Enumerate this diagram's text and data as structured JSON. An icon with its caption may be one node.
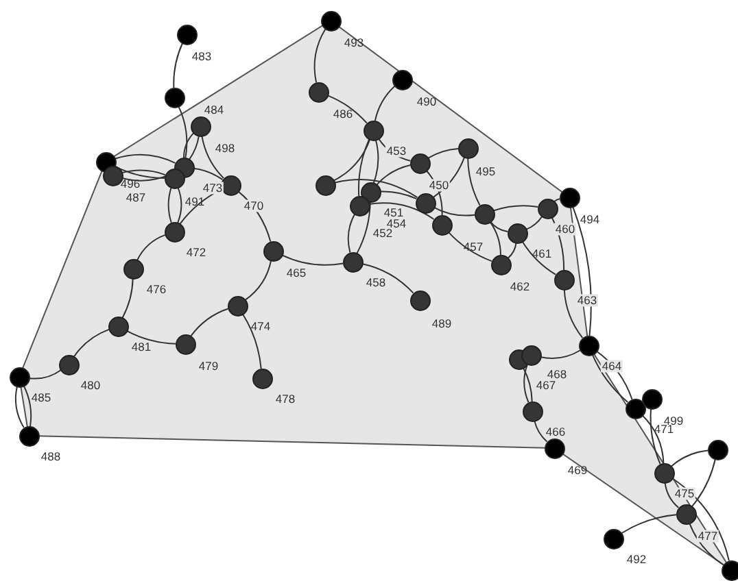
{
  "diagram": {
    "nodes": [
      {
        "text": [],
        "shape": "circle"
      },
      {
        "text": [],
        "shape": "circle"
      },
      {
        "text": [],
        "shape": "circle"
      },
      {
        "text": [],
        "shape": "circle"
      },
      {
        "text": [],
        "shape": "circle"
      },
      {
        "text": [],
        "shape": "circle"
      },
      {
        "text": [],
        "shape": "circle"
      },
      {
        "text": [],
        "shape": "circle"
      },
      {
        "text": [],
        "shape": "circle"
      },
      {
        "text": [],
        "shape": "circle"
      },
      {
        "text": [],
        "shape": "circle"
      },
      {
        "text": [],
        "shape": "circle"
      },
      {
        "text": [],
        "shape": "circle"
      },
      {
        "text": [],
        "shape": "circle"
      },
      {
        "text": [],
        "shape": "circle"
      },
      {
        "text": [],
        "shape": "circle"
      },
      {
        "text": [],
        "shape": "circle"
      },
      {
        "text": [],
        "shape": "circle"
      },
      {
        "text": [],
        "shape": "circle"
      },
      {
        "text": [],
        "shape": "circle"
      },
      {
        "text": [],
        "shape": "circle"
      },
      {
        "text": [],
        "shape": "circle"
      },
      {
        "text": [],
        "shape": "circle"
      },
      {
        "text": [],
        "shape": "circle"
      },
      {
        "text": [],
        "shape": "circle"
      },
      {
        "text": [],
        "shape": "circle"
      },
      {
        "text": [],
        "shape": "circle"
      },
      {
        "text": [],
        "shape": "circle"
      },
      {
        "text": [],
        "shape": "circle"
      },
      {
        "text": [],
        "shape": "circle"
      },
      {
        "text": [],
        "shape": "circle"
      },
      {
        "text": [],
        "shape": "circle"
      },
      {
        "text": [],
        "shape": "circle"
      },
      {
        "text": [],
        "shape": "circle"
      },
      {
        "text": [],
        "shape": "circle"
      },
      {
        "text": [],
        "shape": "circle"
      },
      {
        "text": [],
        "shape": "circle"
      },
      {
        "text": [],
        "shape": "circle"
      },
      {
        "text": [],
        "shape": "circle"
      },
      {
        "text": [],
        "shape": "circle"
      },
      {
        "text": [],
        "shape": "circle"
      },
      {
        "text": [],
        "shape": "circle"
      },
      {
        "text": [],
        "shape": "circle"
      },
      {
        "text": [],
        "shape": "circle"
      },
      {
        "text": [],
        "shape": "circle"
      },
      {
        "text": [],
        "shape": "circle"
      },
      {
        "text": [],
        "shape": "circle"
      },
      {
        "text": [],
        "shape": "circle"
      },
      {
        "text": [],
        "shape": "circle"
      }
    ],
    "edges": [
      {
        "from": 0,
        "to": 2,
        "arrow": "none"
      },
      {
        "from": 2,
        "to": 9,
        "arrow": "none"
      },
      {
        "from": 5,
        "to": 9,
        "arrow": "none"
      },
      {
        "from": 5,
        "to": 9,
        "arrow": "none"
      },
      {
        "from": 5,
        "to": 11,
        "arrow": "none"
      },
      {
        "from": 6,
        "to": 9,
        "arrow": "none"
      },
      {
        "from": 6,
        "to": 10,
        "arrow": "none"
      },
      {
        "from": 8,
        "to": 10,
        "arrow": "none"
      },
      {
        "from": 8,
        "to": 9,
        "arrow": "none"
      },
      {
        "from": 9,
        "to": 11,
        "arrow": "none"
      },
      {
        "from": 10,
        "to": 23,
        "arrow": "none"
      },
      {
        "from": 10,
        "to": 23,
        "arrow": "none"
      },
      {
        "from": 11,
        "to": 23,
        "arrow": "none"
      },
      {
        "from": 11,
        "to": 25,
        "arrow": "none"
      },
      {
        "from": 23,
        "to": 27,
        "arrow": "none"
      },
      {
        "from": 27,
        "to": 31,
        "arrow": "none"
      },
      {
        "from": 31,
        "to": 36,
        "arrow": "none"
      },
      {
        "from": 36,
        "to": 37,
        "arrow": "none"
      },
      {
        "from": 31,
        "to": 33,
        "arrow": "none"
      },
      {
        "from": 33,
        "to": 29,
        "arrow": "none"
      },
      {
        "from": 29,
        "to": 25,
        "arrow": "none"
      },
      {
        "from": 29,
        "to": 38,
        "arrow": "none"
      },
      {
        "from": 25,
        "to": 26,
        "arrow": "none"
      },
      {
        "from": 26,
        "to": 16,
        "arrow": "none"
      },
      {
        "from": 26,
        "to": 15,
        "arrow": "none"
      },
      {
        "from": 26,
        "to": 30,
        "arrow": "none"
      },
      {
        "from": 1,
        "to": 4,
        "arrow": "none"
      },
      {
        "from": 4,
        "to": 7,
        "arrow": "none"
      },
      {
        "from": 3,
        "to": 7,
        "arrow": "none"
      },
      {
        "from": 7,
        "to": 14,
        "arrow": "none"
      },
      {
        "from": 7,
        "to": 16,
        "arrow": "none"
      },
      {
        "from": 7,
        "to": 15,
        "arrow": "none"
      },
      {
        "from": 7,
        "to": 13,
        "arrow": "none"
      },
      {
        "from": 13,
        "to": 12,
        "arrow": "none"
      },
      {
        "from": 13,
        "to": 15,
        "arrow": "none"
      },
      {
        "from": 13,
        "to": 21,
        "arrow": "none"
      },
      {
        "from": 12,
        "to": 20,
        "arrow": "none"
      },
      {
        "from": 12,
        "to": 17,
        "arrow": "none"
      },
      {
        "from": 14,
        "to": 17,
        "arrow": "none"
      },
      {
        "from": 15,
        "to": 17,
        "arrow": "none"
      },
      {
        "from": 17,
        "to": 20,
        "arrow": "none"
      },
      {
        "from": 16,
        "to": 21,
        "arrow": "none"
      },
      {
        "from": 21,
        "to": 24,
        "arrow": "none"
      },
      {
        "from": 20,
        "to": 24,
        "arrow": "none"
      },
      {
        "from": 20,
        "to": 22,
        "arrow": "none"
      },
      {
        "from": 20,
        "to": 19,
        "arrow": "none"
      },
      {
        "from": 22,
        "to": 19,
        "arrow": "none"
      },
      {
        "from": 22,
        "to": 24,
        "arrow": "none"
      },
      {
        "from": 22,
        "to": 28,
        "arrow": "none"
      },
      {
        "from": 19,
        "to": 18,
        "arrow": "none"
      },
      {
        "from": 18,
        "to": 32,
        "arrow": "none"
      },
      {
        "from": 19,
        "to": 28,
        "arrow": "none"
      },
      {
        "from": 28,
        "to": 32,
        "arrow": "none"
      },
      {
        "from": 32,
        "to": 35,
        "arrow": "none"
      },
      {
        "from": 32,
        "to": 43,
        "arrow": "none"
      },
      {
        "from": 32,
        "to": 43,
        "arrow": "none"
      },
      {
        "from": 35,
        "to": 39,
        "arrow": "none"
      },
      {
        "from": 34,
        "to": 39,
        "arrow": "none"
      },
      {
        "from": 39,
        "to": 41,
        "arrow": "none"
      },
      {
        "from": 43,
        "to": 45,
        "arrow": "none"
      },
      {
        "from": 42,
        "to": 45,
        "arrow": "none"
      },
      {
        "from": 45,
        "to": 44,
        "arrow": "none"
      },
      {
        "from": 45,
        "to": 46,
        "arrow": "none"
      },
      {
        "from": 44,
        "to": 46,
        "arrow": "none"
      },
      {
        "from": 46,
        "to": 48,
        "arrow": "none"
      },
      {
        "from": 45,
        "to": 48,
        "arrow": "none"
      },
      {
        "from": 46,
        "to": 47,
        "arrow": "none"
      },
      {
        "from": 37,
        "to": 40,
        "arrow": "none"
      },
      {
        "from": 37,
        "to": 40,
        "arrow": "none"
      }
    ],
    "labels": [
      "483",
      "493",
      "484",
      "498",
      "496",
      "487",
      "473",
      "491",
      "470",
      "472",
      "476",
      "465",
      "486",
      "490",
      "453",
      "495",
      "450",
      "451",
      "454",
      "452",
      "457",
      "462",
      "461",
      "460",
      "494",
      "463",
      "458",
      "489",
      "474",
      "481",
      "479",
      "478",
      "480",
      "485",
      "488",
      "464",
      "468",
      "467",
      "466",
      "469",
      "499",
      "471",
      "475",
      "477",
      "492"
    ]
  }
}
